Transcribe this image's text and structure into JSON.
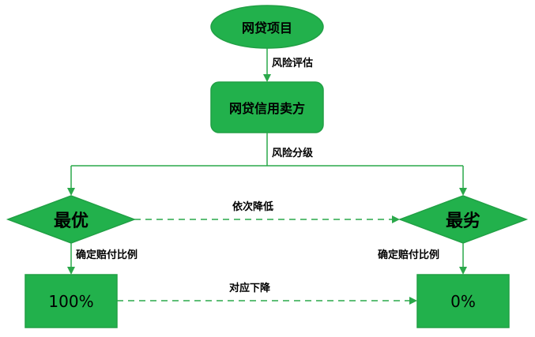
{
  "nodes": {
    "start": "网贷项目",
    "seller": "网贷信用卖方",
    "best": "最优",
    "worst": "最劣",
    "pct_best": "100%",
    "pct_worst": "0%"
  },
  "edges": {
    "risk_eval": "风险评估",
    "risk_grade": "风险分级",
    "decrease": "依次降低",
    "ratio_left": "确定赔付比例",
    "ratio_right": "确定赔付比例",
    "corresponding": "对应下降"
  },
  "colors": {
    "fill": "#22b14c",
    "stroke": "#21a045",
    "line": "#2aa84a",
    "text": "#000000"
  }
}
